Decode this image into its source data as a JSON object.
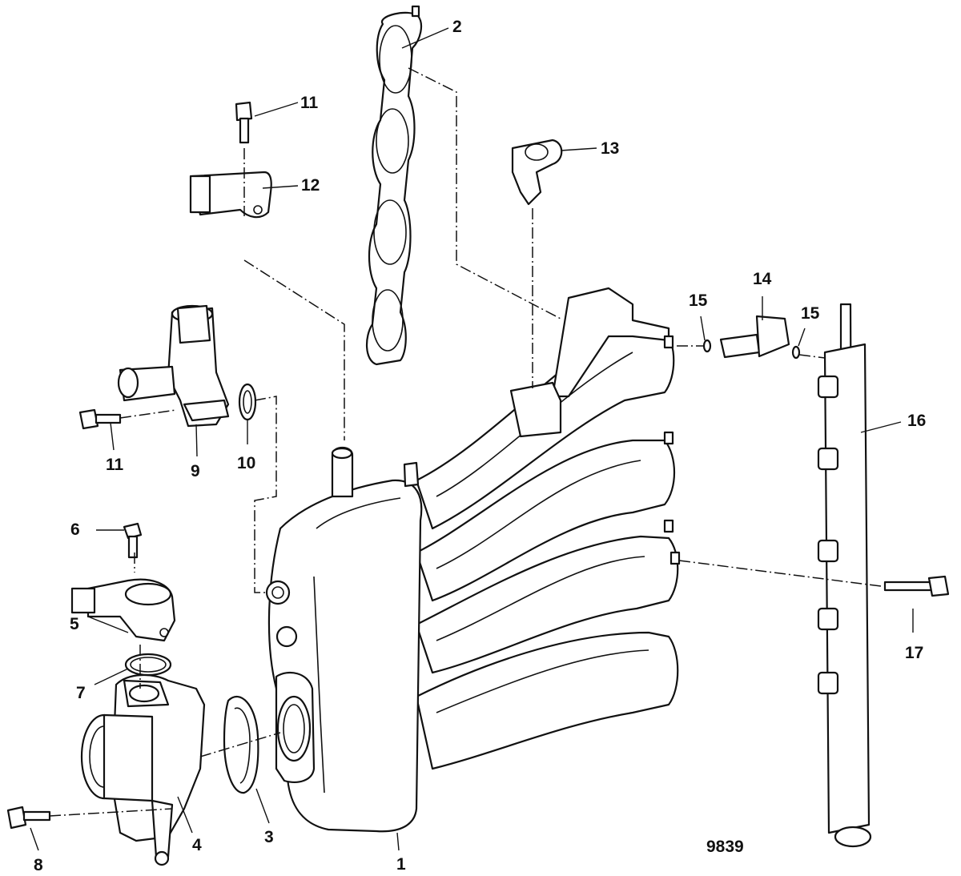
{
  "callouts": [
    "1",
    "2",
    "3",
    "4",
    "5",
    "6",
    "7",
    "8",
    "9",
    "10",
    "11",
    "11",
    "12",
    "13",
    "14",
    "15",
    "15",
    "16",
    "17"
  ],
  "figure_number": "9839"
}
